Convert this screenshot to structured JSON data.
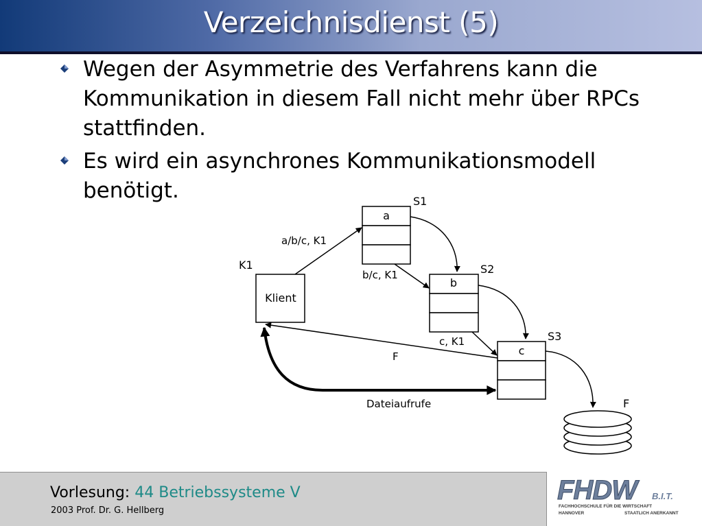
{
  "slide": {
    "title": "Verzeichnisdienst (5)",
    "bullets": [
      {
        "text": "Wegen der Asymmetrie des Verfahrens kann die Kommunikation in diesem Fall nicht mehr über RPCs stattfinden."
      },
      {
        "text": "Es wird ein asynchrones Kommunikationsmodell benötigt."
      }
    ]
  },
  "diagram": {
    "client": {
      "box_label": "Klient",
      "name": "K1"
    },
    "servers": [
      {
        "name": "S1",
        "entry": "a"
      },
      {
        "name": "S2",
        "entry": "b"
      },
      {
        "name": "S3",
        "entry": "c"
      }
    ],
    "edges": {
      "client_to_s1": "a/b/c, K1",
      "s1_to_s2": "b/c, K1",
      "s2_to_s3": "c, K1",
      "s3_to_client": "F",
      "file_calls": "Dateiaufrufe"
    },
    "file_label": "F"
  },
  "footer": {
    "lecture_prefix": "Vorlesung:",
    "course": "44 Betriebssysteme V",
    "author": "2003 Prof. Dr. G. Hellberg"
  },
  "logo": {
    "wordmark": "FHDW",
    "suffix": "B.I.T.",
    "line1_left": "FACHHOCHSCHULE FÜR DIE WIRTSCHAFT",
    "line2_left": "HANNOVER",
    "line2_right": "STAATLICH ANERKANNT"
  },
  "colors": {
    "title_dark": "#123a78",
    "title_light": "#b6bfe0",
    "course_text": "#1e8a87",
    "footer_bg": "#cfcfcf"
  }
}
